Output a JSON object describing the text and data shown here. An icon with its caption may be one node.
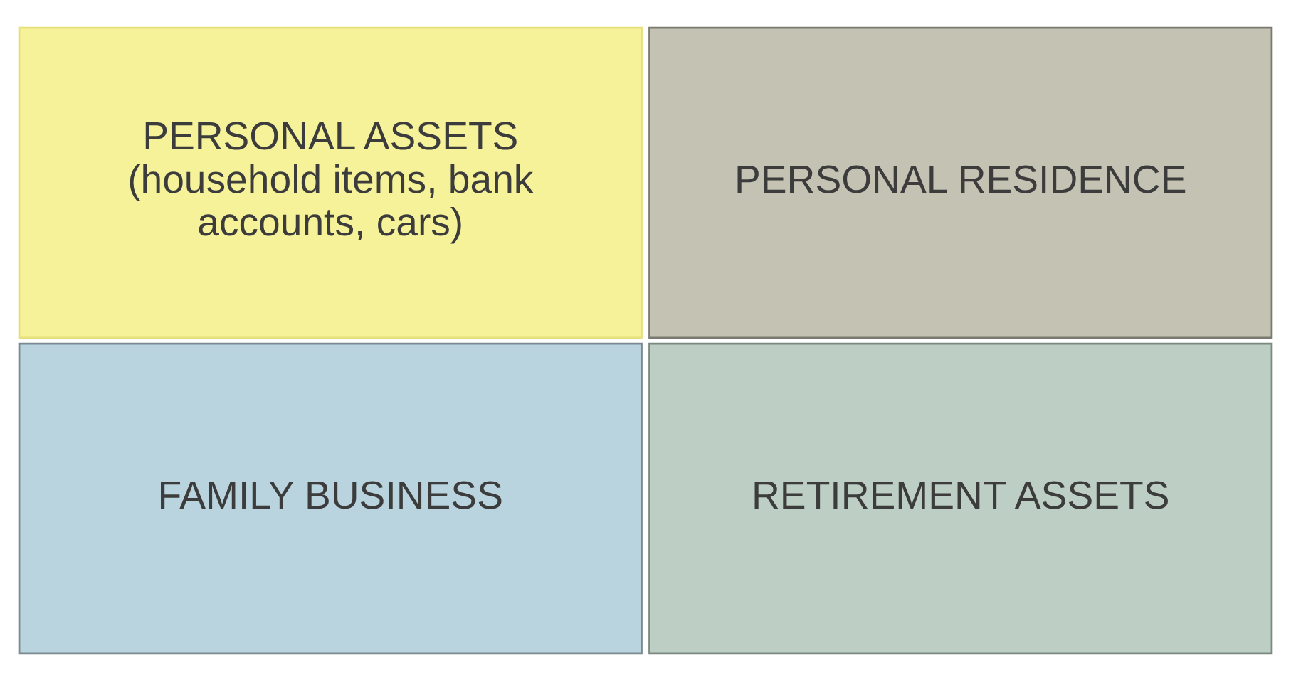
{
  "diagram": {
    "nodes": [
      {
        "text": [
          "PERSONAL ASSETS",
          "(household items, bank accounts, cars)"
        ]
      },
      {
        "text": [
          "FAMILY BUSINESS"
        ]
      },
      {
        "text": [
          "PERSONAL RESIDENCE"
        ]
      },
      {
        "text": [
          "RETIREMENT ASSETS"
        ]
      }
    ]
  }
}
